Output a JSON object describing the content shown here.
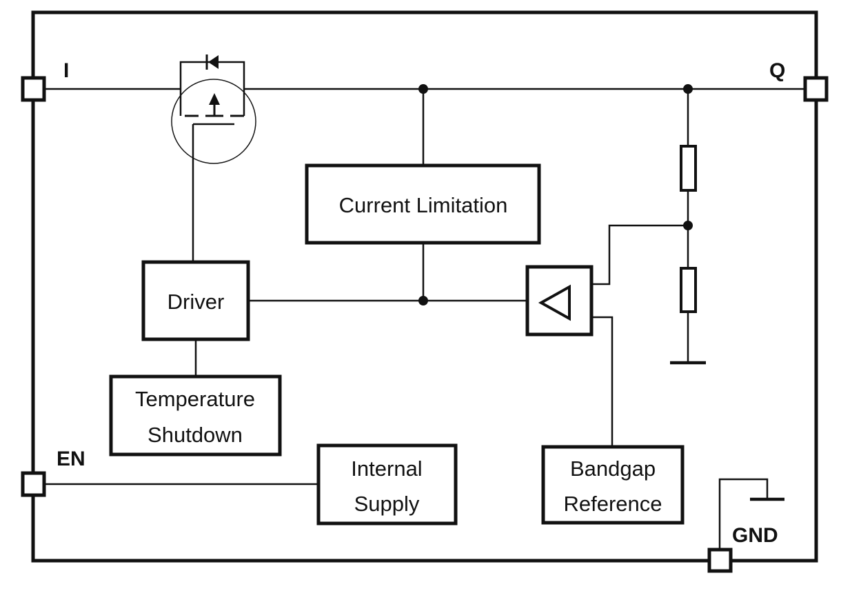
{
  "pins": {
    "input": "I",
    "output": "Q",
    "enable": "EN",
    "ground": "GND"
  },
  "blocks": {
    "current_limitation": [
      "Current Limitation"
    ],
    "driver": [
      "Driver"
    ],
    "temperature_shutdown": [
      "Temperature",
      "Shutdown"
    ],
    "internal_supply": [
      "Internal",
      "Supply"
    ],
    "bandgap_reference": [
      "Bandgap",
      "Reference"
    ]
  }
}
